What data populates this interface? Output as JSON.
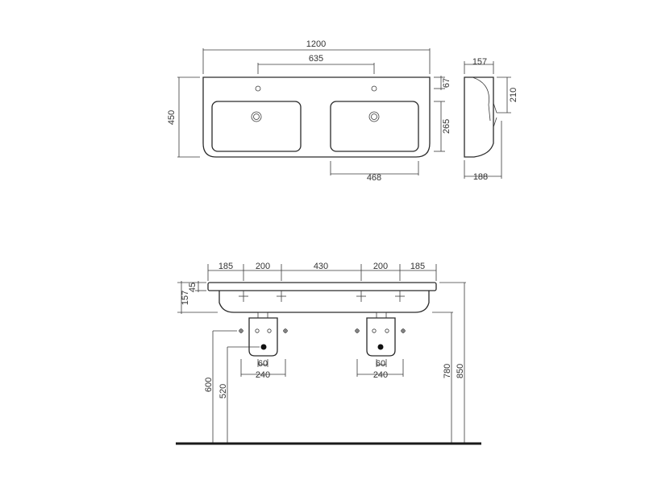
{
  "top_view": {
    "width": "1200",
    "tap_spacing": "635",
    "depth": "450",
    "tap_offset": "67",
    "bowl_depth": "265",
    "bowl_width": "468"
  },
  "side_view": {
    "top_width": "157",
    "height": "210",
    "bottom_width": "188"
  },
  "front_view": {
    "seg1": "185",
    "seg2": "200",
    "seg3": "430",
    "seg4": "200",
    "seg5": "185",
    "rim_thickness": "45",
    "basin_height": "157",
    "trap_inner_left": "60",
    "trap_outer_left": "240",
    "trap_inner_right": "60",
    "trap_outer_right": "240",
    "waste_height_1": "600",
    "waste_height_2": "520",
    "rim_height": "780",
    "overall_height": "850"
  }
}
